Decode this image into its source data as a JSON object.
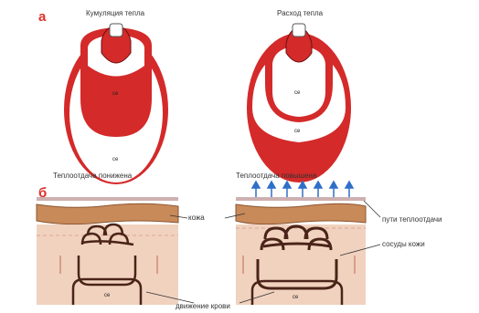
{
  "panel_a": {
    "letter": "а",
    "left_title": "Кумуляция тепла",
    "right_title": "Расход тепла",
    "left_inner_label": "се",
    "left_outer_label": "се",
    "right_inner_label": "се",
    "right_outer_label": "се"
  },
  "panel_b": {
    "letter": "б",
    "left_title": "Теплоотдача понижена",
    "right_title": "Теплоотдача повышена",
    "skin_label": "кожа",
    "heat_paths_label": "пути теплоотдачи",
    "vessels_label": "сосуды кожи",
    "blood_flow_label": "движение крови",
    "left_tissue_label": "се",
    "right_tissue_label": "се"
  },
  "colors": {
    "blood_red": "#d42a2a",
    "skin_brown": "#c98a5a",
    "tissue_pink": "#f1d2bf",
    "vessel_dark": "#4a2418",
    "arrow_blue": "#2f6fc9",
    "letter_red": "#e0302a"
  }
}
